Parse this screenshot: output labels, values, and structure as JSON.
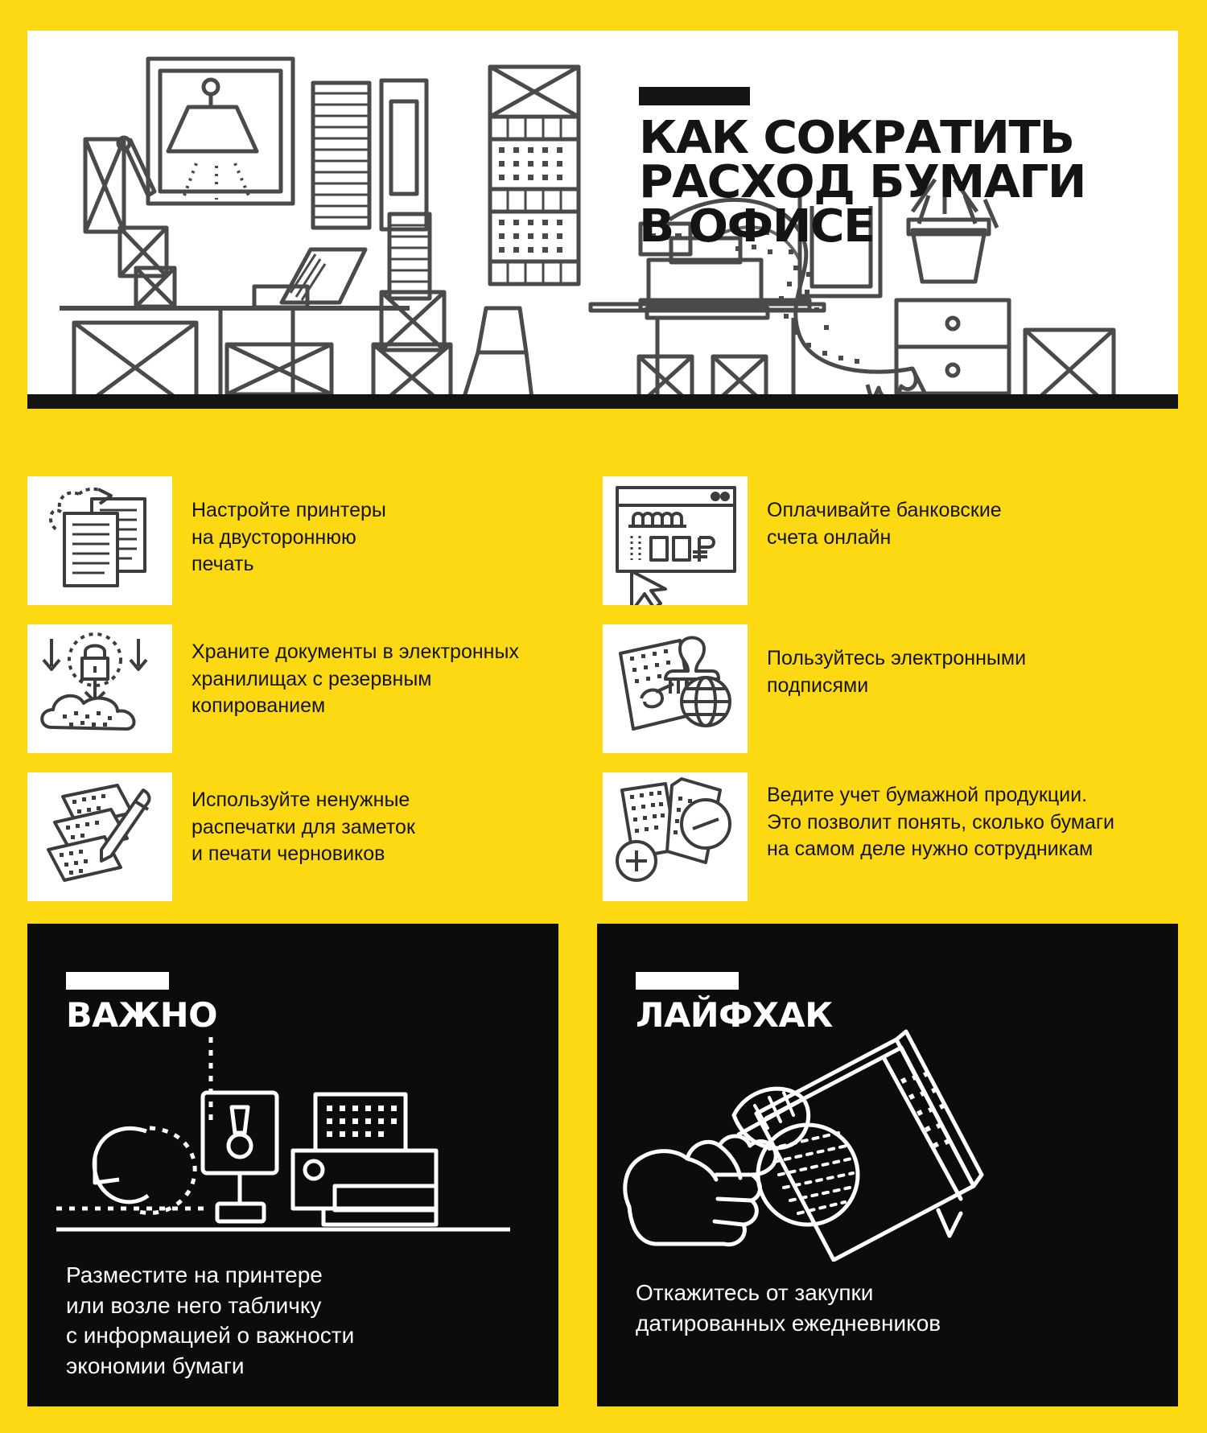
{
  "theme": {
    "background": "#FCD913",
    "ink": "#141414",
    "panel": "#FFFFFF",
    "dark": "#0C0C0C",
    "stroke": "#4A4A4A"
  },
  "hero": {
    "title_lines": [
      "КАК СОКРАТИТЬ",
      "РАСХОД БУМАГИ",
      "В ОФИСЕ"
    ],
    "title_full": "КАК СОКРАТИТЬ РАСХОД БУМАГИ В ОФИСЕ"
  },
  "tips": [
    {
      "icon": "duplex-print-icon",
      "text": "Настройте принтеры на двустороннюю печать",
      "lines": [
        "Настройте принтеры",
        "на двустороннюю",
        "печать"
      ]
    },
    {
      "icon": "online-banking-icon",
      "text": "Оплачивайте банковские счета онлайн",
      "lines": [
        "Оплачивайте банковские",
        "счета онлайн"
      ]
    },
    {
      "icon": "cloud-backup-icon",
      "text": "Храните документы в электронных хранилищах с резервным копированием",
      "lines": [
        "Храните документы в электронных",
        "хранилищах с резервным",
        "копированием"
      ]
    },
    {
      "icon": "e-signature-stamp-icon",
      "text": "Пользуйтесь электронными подписями",
      "lines": [
        "Пользуйтесь электронными",
        "подписями"
      ]
    },
    {
      "icon": "scrap-paper-notes-icon",
      "text": "Используйте ненужные распечатки для заметок и печати черновиков",
      "lines": [
        "Используйте ненужные",
        "распечатки для заметок",
        "и печати черновиков"
      ]
    },
    {
      "icon": "paper-accounting-icon",
      "text": "Ведите учет бумажной продукции. Это позволит понять, сколько бумаги на самом деле нужно сотрудникам",
      "lines": [
        "Ведите учет бумажной продукции.",
        "Это позволит понять, сколько бумаги",
        "на самом деле нужно сотрудникам"
      ]
    }
  ],
  "cards": [
    {
      "kicker": "ВАЖНО",
      "icon": "printer-warning-icon",
      "text": "Разместите на принтере или возле него табличку с информацией о важности экономии бумаги",
      "lines": [
        "Разместите на принтере",
        "или возле него табличку",
        "с информацией о важности",
        "экономии бумаги"
      ]
    },
    {
      "kicker": "ЛАЙФХАК",
      "icon": "hand-holding-planner-icon",
      "text": "Откажитесь от закупки датированных ежедневников",
      "lines": [
        "Откажитесь от закупки",
        "датированных ежедневников"
      ]
    }
  ]
}
